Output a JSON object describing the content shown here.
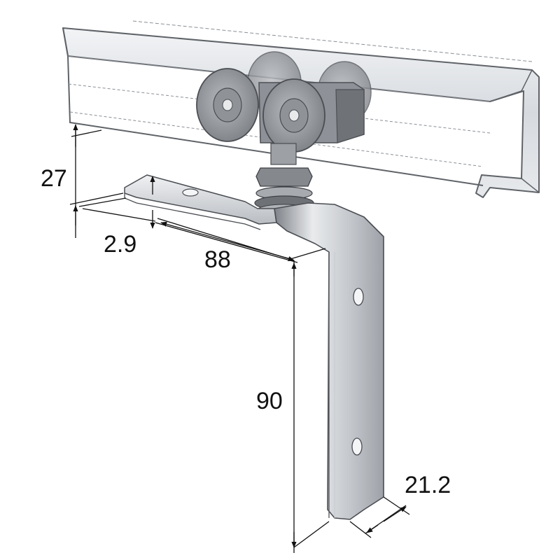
{
  "dimensions": {
    "height_top": "27",
    "thickness": "2.9",
    "arm_length": "88",
    "leg_height": "90",
    "width": "21.2"
  },
  "colors": {
    "rail_fill": "#d9dde2",
    "rail_stroke": "#6b6f75",
    "wheel_fill": "#9a9da2",
    "bracket_light": "#e6e8ea",
    "bracket_dark": "#8c9096",
    "dimension_line": "#111111"
  }
}
